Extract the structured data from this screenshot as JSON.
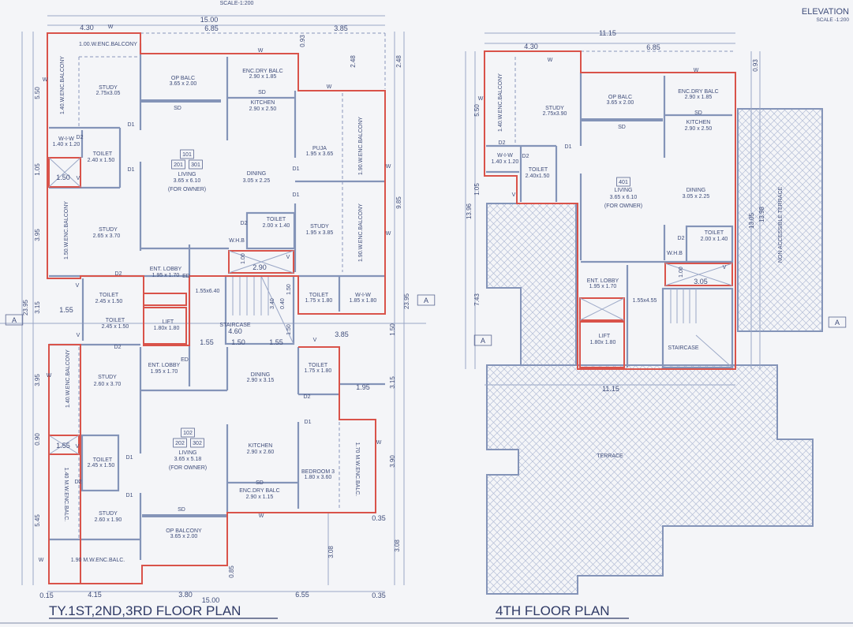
{
  "header": {
    "scale_top": "SCALE-1:200",
    "elevation_title": "ELEVATION",
    "elevation_scale": "SCALE -1:200"
  },
  "left_plan": {
    "title": "TY.1ST,2ND,3RD FLOOR PLAN",
    "labels": [
      "15.00",
      "4.30",
      "6.85",
      "3.85",
      "0.93",
      "2.48",
      "2.48",
      "1.00.W.ENC.BALCONY",
      "1.40.W.ENC.BALCONY",
      "STUDY",
      "2.75x3.05",
      "OP BALC",
      "3.65 x 2.00",
      "SD",
      "ENC.DRY BALC",
      "2.90 x 1.85",
      "SD",
      "KITCHEN",
      "2.90 x 2.50",
      "D1",
      "W-I-W",
      "1.40 x 1.20",
      "D2",
      "TOILET",
      "2.40 x 1.50",
      "1.50",
      "V",
      "D1",
      "101",
      "201",
      "301",
      "LIVING",
      "3.65 x 6.10",
      "(FOR OWNER)",
      "PUJA",
      "1.95 x 3.65",
      "1.90.W.ENC.BALCONY",
      "D1",
      "DINING",
      "3.05 x 2.25",
      "D1",
      "1.50.W.ENC.BALCONY",
      "STUDY",
      "2.65 x 3.70",
      "D2",
      "TOILET",
      "2.00 x 1.40",
      "W.H.B",
      "STUDY",
      "1.95 x 3.85",
      "1.90.W.ENC.BALCONY",
      "1.00",
      "2.90",
      "V",
      "D2",
      "ENT. LOBBY",
      "1.95 x 1.70",
      "ED",
      "1.55x6.40",
      "V",
      "TOILET",
      "2.45 x 1.50",
      "1.50",
      "TOILET",
      "1.75 x 1.80",
      "W-I-W",
      "1.85 x 1.80",
      "3.40",
      "0.40",
      "1.55",
      "TOILET",
      "2.45 x 1.50",
      "LIFT",
      "1.80x 1.80",
      "STAIRCASE",
      "4.60",
      "1.55",
      "1.50",
      "1.55",
      "1.50",
      "3.85",
      "V",
      "V",
      "D2",
      "1.40.W.ENC.BALCONY",
      "STUDY",
      "2.60 x 3.70",
      "ED",
      "ENT. LOBBY",
      "1.95 x 1.70",
      "DINING",
      "2.90 x 3.15",
      "TOILET",
      "1.75 x 1.80",
      "1.95",
      "D2",
      "D1",
      "102",
      "202",
      "302",
      "LIVING",
      "3.65 x 5.18",
      "(FOR OWNER)",
      "D1",
      "1.55",
      "V",
      "TOILET",
      "2.45 x 1.50",
      "D2",
      "KITCHEN",
      "2.90 x 2.60",
      "BEDROOM 3",
      "1.80 x 3.60",
      "1.70 M.W.ENC.BALC.",
      "1.40 M.W.ENC.BALC.",
      "D1",
      "STUDY",
      "2.60 x 1.90",
      "SD",
      "SD",
      "ENC.DRY BALC",
      "2.90 x 1.15",
      "W",
      "OP BALCONY",
      "3.65 x 2.00",
      "1.90 M.W.ENC.BALC.",
      "0.35",
      "3.08",
      "0.85",
      "0.15",
      "4.15",
      "3.80",
      "6.55",
      "0.35",
      "15.00",
      "5.50",
      "1.05",
      "3.95",
      "23.95",
      "3.15",
      "3.95",
      "0.90",
      "5.45",
      "9.85",
      "23.95",
      "1.50",
      "3.15",
      "3.90",
      "3.08",
      "W",
      "W",
      "W",
      "W",
      "W",
      "W",
      "W",
      "W",
      "W",
      "A",
      "A"
    ]
  },
  "right_plan": {
    "title": "4TH FLOOR PLAN",
    "labels": [
      "11.15",
      "4.30",
      "6.85",
      "0.93",
      "W",
      "W",
      "W",
      "1.40.W.ENC.BALCONY",
      "STUDY",
      "2.75x3.90",
      "OP BALC",
      "3.65 x 2.00",
      "SD",
      "ENC.DRY BALC",
      "2.90 x 1.85",
      "SD",
      "KITCHEN",
      "2.90 x 2.50",
      "D2",
      "D1",
      "W-I-W",
      "1.40 x 1.20",
      "D2",
      "TOILET",
      "2.40x1.50",
      "V",
      "401",
      "LIVING",
      "3.65 x 6.10",
      "(FOR OWNER)",
      "DINING",
      "3.05 x 2.25",
      "D2",
      "TOILET",
      "2.00 x 1.40",
      "W.H.B",
      "1.00",
      "3.05",
      "V",
      "ENT. LOBBY",
      "1.95 x 1.70",
      "1.55x4.55",
      "LIFT",
      "1.80x 1.80",
      "STAIRCASE",
      "NON ACCESSIBLE TERRACE",
      "13.05",
      "13.98",
      "5.50",
      "1.05",
      "13.96",
      "7.43",
      "A",
      "A",
      "11.15",
      "TERRACE"
    ]
  },
  "colors": {
    "wall": "#8494b8",
    "outline": "#d9534a",
    "text": "#3f4d7a",
    "paper": "#f4f5f8"
  }
}
